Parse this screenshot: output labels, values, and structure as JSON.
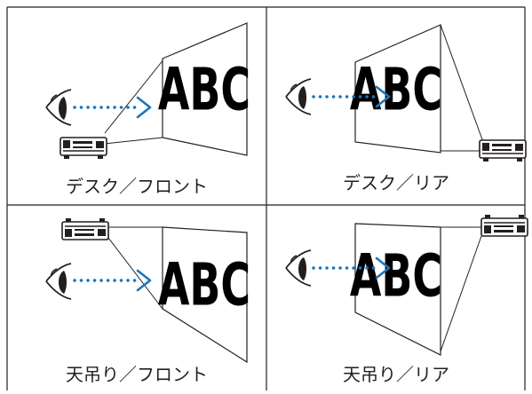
{
  "panels": [
    {
      "caption": "デスク／フロント",
      "screen_text": "ABC",
      "projector_mount": "desk",
      "projection": "front"
    },
    {
      "caption": "デスク／リア",
      "screen_text": "ABC",
      "projector_mount": "desk",
      "projection": "rear"
    },
    {
      "caption": "天吊り／フロント",
      "screen_text": "ABC",
      "projector_mount": "ceiling",
      "projection": "front"
    },
    {
      "caption": "天吊り／リア",
      "screen_text": "ABC",
      "projector_mount": "ceiling",
      "projection": "rear"
    }
  ],
  "colors": {
    "line": "#231f20",
    "arrow": "#1c75bc",
    "screen_text": "#000000"
  },
  "icons": [
    "eye-icon",
    "projector-icon",
    "view-direction-arrow"
  ]
}
